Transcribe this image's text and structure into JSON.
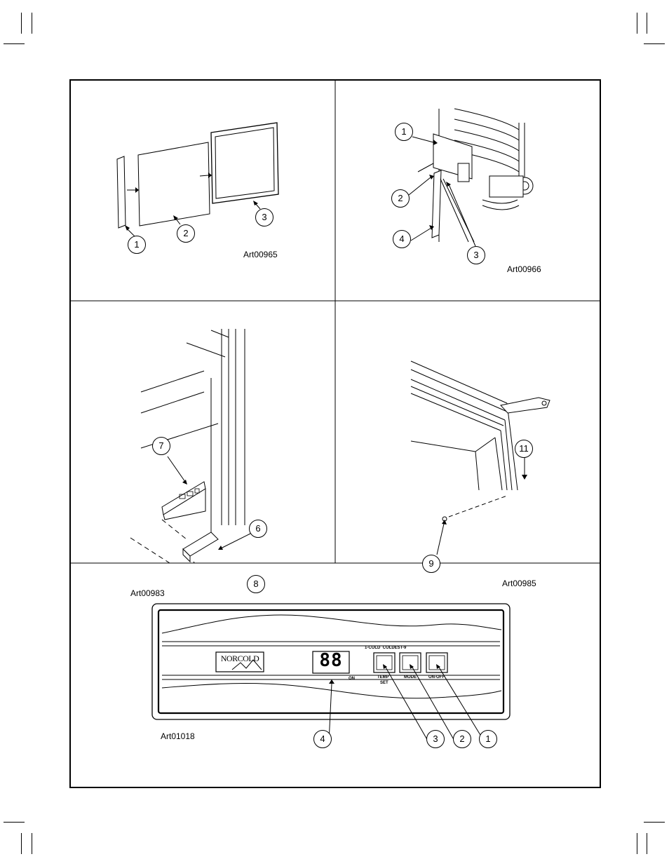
{
  "panels": [
    {
      "art_id": "Art00965",
      "callouts": [
        "1",
        "2",
        "3"
      ]
    },
    {
      "art_id": "Art00966",
      "callouts": [
        "1",
        "2",
        "3",
        "4"
      ]
    },
    {
      "art_id": "Art00983",
      "callouts": [
        "7",
        "6",
        "8"
      ]
    },
    {
      "art_id": "Art00985",
      "callouts": [
        "11",
        "9"
      ]
    },
    {
      "art_id": "Art01018",
      "callouts": [
        "4",
        "3",
        "2",
        "1"
      ]
    }
  ],
  "control_panel": {
    "brand": "NORCOLD",
    "display": "88",
    "on_label": "ON",
    "scale_label": "1-COLD  COLDEST-9",
    "buttons": [
      {
        "label": "TEMP",
        "sublabel": "SET"
      },
      {
        "label": "MODE",
        "sublabel": ""
      },
      {
        "label": "ON-OFF",
        "sublabel": ""
      }
    ]
  }
}
